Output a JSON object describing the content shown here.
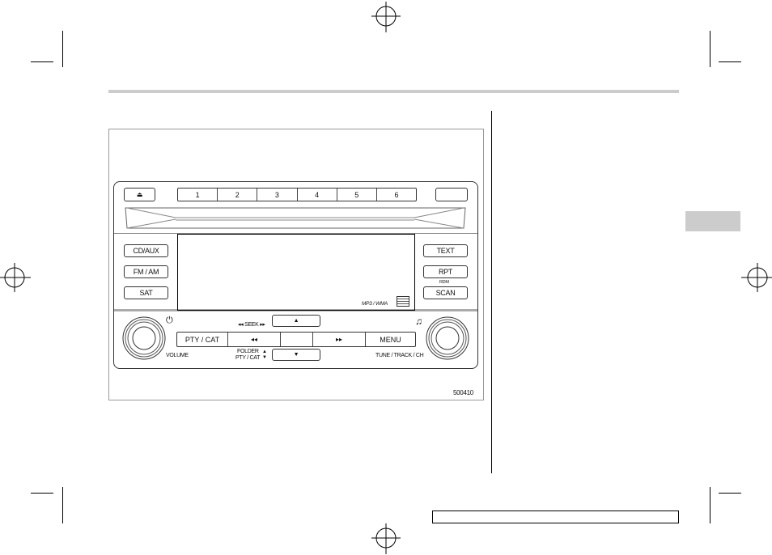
{
  "figure": {
    "id": "500410",
    "radio": {
      "eject_icon": "eject-icon",
      "presets": [
        "1",
        "2",
        "3",
        "4",
        "5",
        "6"
      ],
      "left_buttons": [
        "CD/AUX",
        "FM / AM",
        "SAT"
      ],
      "right_buttons": [
        "TEXT",
        "RPT",
        "SCAN"
      ],
      "rdm_label": "RDM",
      "display_badge": "MP3 / WMA",
      "seek_label": "◂◂ SEEK ▸▸",
      "bottom_row": [
        "PTY / CAT",
        "◂◂",
        "",
        "▸▸",
        "MENU"
      ],
      "folder_label": "FOLDER",
      "pty_cat_label": "PTY / CAT",
      "volume_label": "VOLUME",
      "tune_label": "TUNE / TRACK / CH",
      "up_arrow": "▲",
      "down_arrow": "▼"
    }
  }
}
